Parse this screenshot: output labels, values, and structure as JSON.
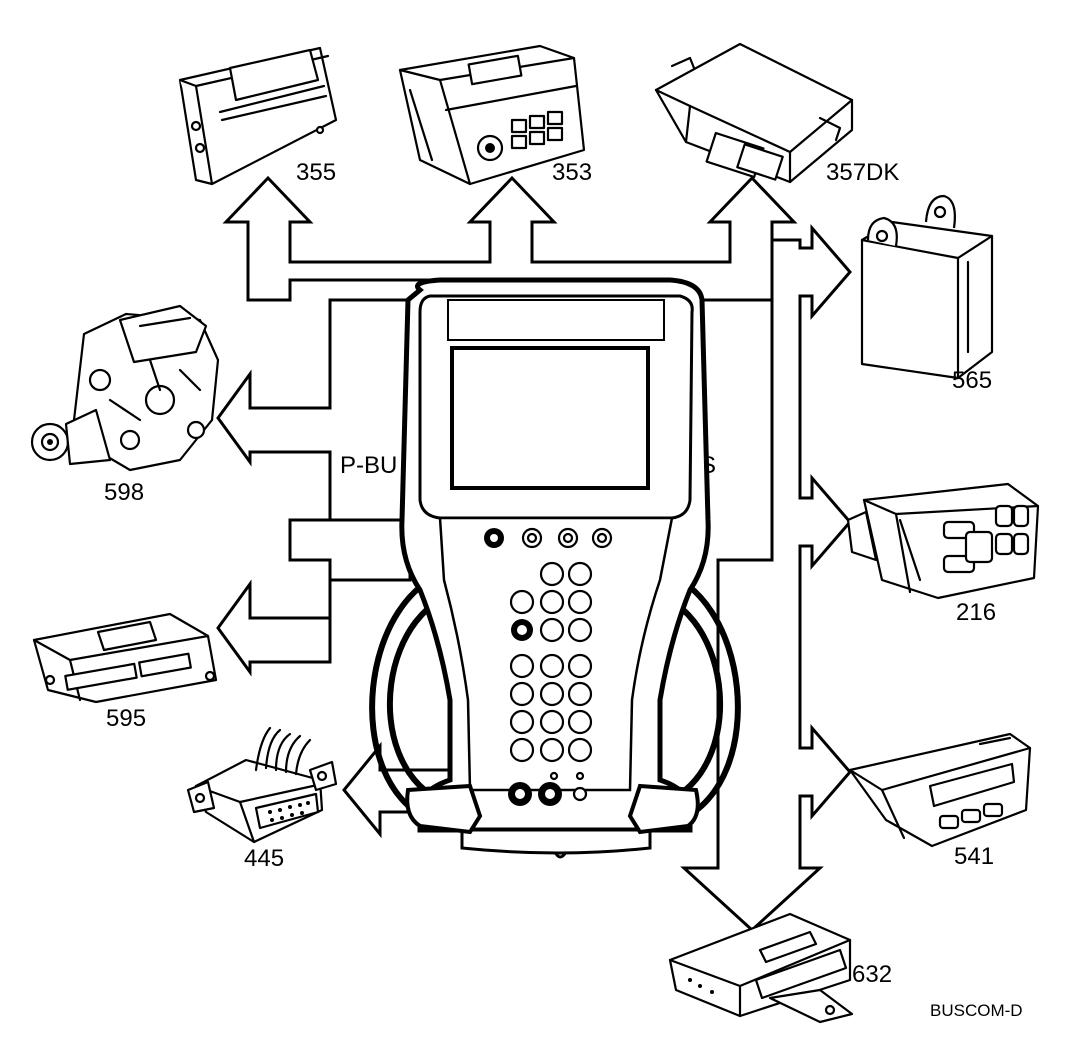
{
  "diagram": {
    "components": [
      {
        "id": "355",
        "label": "355"
      },
      {
        "id": "353",
        "label": "353"
      },
      {
        "id": "357DK",
        "label": "357DK"
      },
      {
        "id": "565",
        "label": "565"
      },
      {
        "id": "598",
        "label": "598"
      },
      {
        "id": "216",
        "label": "216"
      },
      {
        "id": "595",
        "label": "595"
      },
      {
        "id": "541",
        "label": "541"
      },
      {
        "id": "445",
        "label": "445"
      },
      {
        "id": "632",
        "label": "632"
      }
    ],
    "bus_labels": {
      "left": "P-BU",
      "right": "S"
    },
    "reference_code": "BUSCOM-D"
  }
}
